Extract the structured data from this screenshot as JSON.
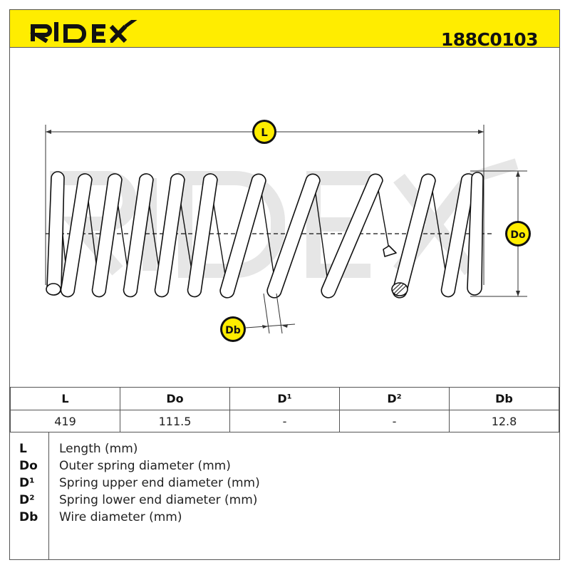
{
  "header": {
    "brand": "RIDEX",
    "part_number": "188C0103",
    "background_color": "#FFED00"
  },
  "diagram": {
    "dimension_labels": {
      "length": "L",
      "outer_diameter": "Do",
      "wire_diameter": "Db"
    },
    "watermark": "RIDEX"
  },
  "specs_table": {
    "headers": [
      "L",
      "Do",
      "D¹",
      "D²",
      "Db"
    ],
    "values": [
      "419",
      "111.5",
      "-",
      "-",
      "12.8"
    ]
  },
  "legend": [
    {
      "abbr": "L",
      "desc": "Length (mm)"
    },
    {
      "abbr": "Do",
      "desc": "Outer spring diameter (mm)"
    },
    {
      "abbr": "D¹",
      "desc": "Spring upper end diameter (mm)"
    },
    {
      "abbr": "D²",
      "desc": "Spring lower end diameter (mm)"
    },
    {
      "abbr": "Db",
      "desc": "Wire diameter (mm)"
    }
  ]
}
